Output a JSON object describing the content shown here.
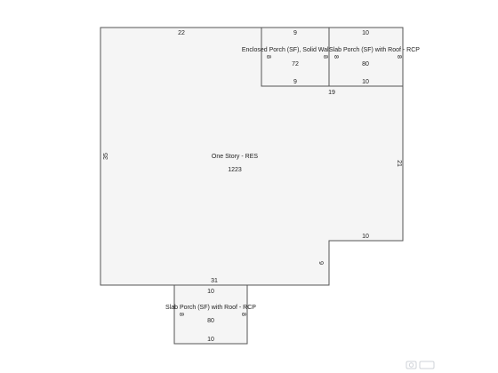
{
  "areas": {
    "main": {
      "name": "One Story - RES",
      "area": "1223",
      "dims": {
        "top": "22",
        "left": "35",
        "right_upper": "19",
        "right": "21",
        "notch_top": "10",
        "notch_side": "6",
        "bottom": "31"
      }
    },
    "enclosed_porch": {
      "name": "Enclosed Porch (SF), Solid Wall - RCP",
      "area": "72",
      "dims": {
        "top": "9",
        "bottom": "9",
        "left": "8",
        "right": "8"
      }
    },
    "slab_porch_upper": {
      "name": "Slab Porch (SF) with Roof - RCP",
      "area": "80",
      "dims": {
        "top": "10",
        "bottom": "10",
        "left": "8",
        "right": "8"
      }
    },
    "slab_porch_lower": {
      "name": "Slab Porch (SF) with Roof - RCP",
      "area": "80",
      "dims": {
        "top": "10",
        "bottom": "10",
        "left": "8",
        "right": "8"
      }
    }
  },
  "watermark": {
    "icon": "camera-icon"
  }
}
